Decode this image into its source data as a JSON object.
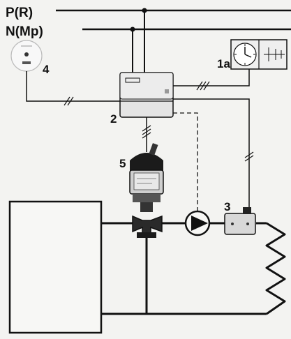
{
  "labels": {
    "phase": "P(R)",
    "neutral": "N(Mp)",
    "time_switch": "1a",
    "controller": "2",
    "thermostat": "3",
    "room_sensor": "4",
    "valve_actuator": "5"
  },
  "colors": {
    "line": "#111111",
    "background": "#f3f3f1",
    "device_fill": "#e9e9e9",
    "panel_fill": "#d9d9d9"
  },
  "icons": {
    "pump": "pump-symbol",
    "valve": "three-way-valve",
    "clock": "analog-clock-face",
    "heat_exchanger": "zigzag-coil"
  }
}
